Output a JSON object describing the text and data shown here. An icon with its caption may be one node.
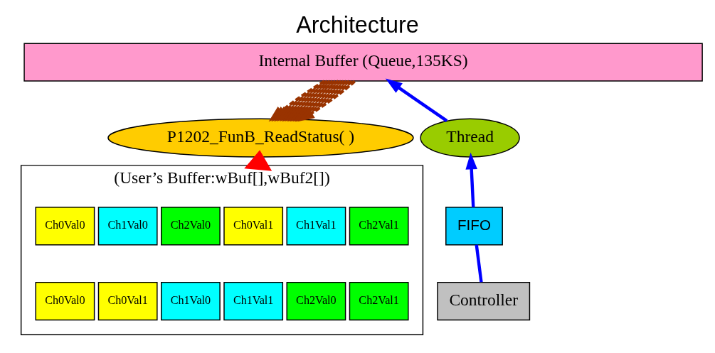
{
  "diagram": {
    "title": "Architecture",
    "nodes": [
      {
        "text": [
          "Internal Buffer (Queue,135KS)"
        ]
      },
      {
        "text": [
          "Thread"
        ]
      },
      {
        "text": [
          "P1202_FunB_ReadStatus( )"
        ]
      },
      {
        "text": [
          "FIFO"
        ]
      },
      {
        "text": [
          "Controller"
        ]
      },
      {
        "text": [
          "(User’s Buffer:wBuf[],wBuf2[])"
        ]
      },
      {
        "text": [
          "Ch0Val0"
        ],
        "in": 5
      },
      {
        "text": [
          "Ch1Val0"
        ],
        "in": 5
      },
      {
        "text": [
          "Ch2Val0"
        ],
        "in": 5
      },
      {
        "text": [
          "Ch0Val1"
        ],
        "in": 5
      },
      {
        "text": [
          "Ch1Val1"
        ],
        "in": 5
      },
      {
        "text": [
          "Ch2Val1"
        ],
        "in": 5
      },
      {
        "text": [
          "Ch0Val0"
        ],
        "in": 5
      },
      {
        "text": [
          "Ch0Val1"
        ],
        "in": 5
      },
      {
        "text": [
          "Ch1Val0"
        ],
        "in": 5
      },
      {
        "text": [
          "Ch1Val1"
        ],
        "in": 5
      },
      {
        "text": [
          "Ch2Val0"
        ],
        "in": 5
      },
      {
        "text": [
          "Ch2Val1"
        ],
        "in": 5
      }
    ],
    "edges": [
      {
        "from": 4,
        "to": 3,
        "arrow": "none",
        "color": "#0000ff"
      },
      {
        "from": 3,
        "to": 1,
        "arrow": "to",
        "color": "#0000ff"
      },
      {
        "from": 1,
        "to": 0,
        "arrow": "to",
        "color": "#0000ff"
      },
      {
        "from": 5,
        "to": 2,
        "arrow": "to",
        "style": "thick",
        "color": "#ff0000"
      },
      {
        "from": 0,
        "to": 2,
        "arrow": "to",
        "style": "dashed"
      },
      {
        "from": 0,
        "to": 2,
        "arrow": "to",
        "style": "dashed"
      },
      {
        "from": 0,
        "to": 2,
        "arrow": "to",
        "style": "dashed"
      },
      {
        "from": 0,
        "to": 2,
        "arrow": "to",
        "style": "dashed"
      },
      {
        "from": 0,
        "to": 2,
        "arrow": "to",
        "style": "dashed"
      },
      {
        "from": 0,
        "to": 2,
        "arrow": "to",
        "style": "dashed"
      },
      {
        "from": 0,
        "to": 2,
        "arrow": "to",
        "style": "dashed"
      },
      {
        "from": 0,
        "to": 2,
        "arrow": "to",
        "style": "dashed"
      },
      {
        "from": 0,
        "to": 2,
        "arrow": "to",
        "style": "dashed"
      },
      {
        "from": 0,
        "to": 2,
        "arrow": "to",
        "style": "dashed"
      },
      {
        "from": 0,
        "to": 2,
        "arrow": "to",
        "style": "dashed"
      },
      {
        "from": 0,
        "to": 2,
        "arrow": "to",
        "style": "dashed"
      }
    ]
  }
}
